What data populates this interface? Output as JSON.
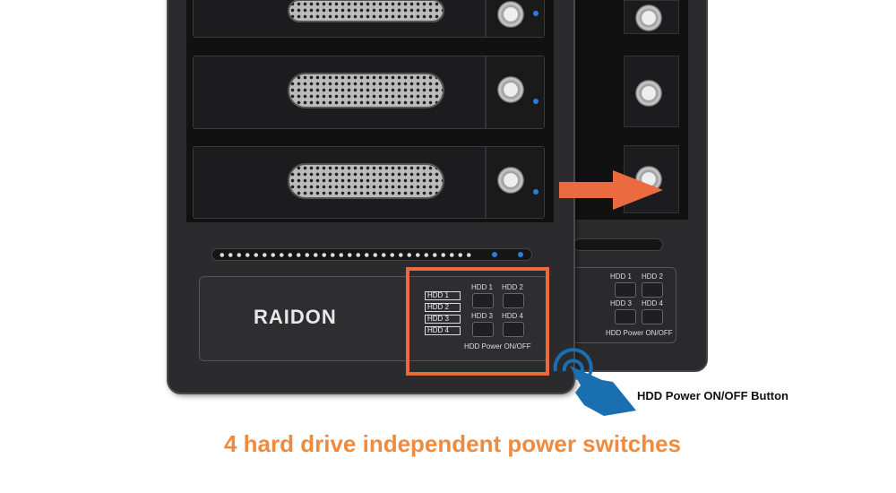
{
  "brand": "RAIDON",
  "panel": {
    "indicators": [
      "HDD 1",
      "HDD 2",
      "HDD 3",
      "HDD 4"
    ],
    "switches": [
      "HDD 1",
      "HDD 2",
      "HDD 3",
      "HDD 4"
    ],
    "switch_caption": "HDD Power ON/OFF"
  },
  "callout": "HDD Power ON/OFF Button",
  "caption": "4 hard drive independent power switches",
  "colors": {
    "accent": "#ec6a3f",
    "caption": "#f08a3e",
    "led": "#2a7de1",
    "hand": "#1a6fb0"
  }
}
